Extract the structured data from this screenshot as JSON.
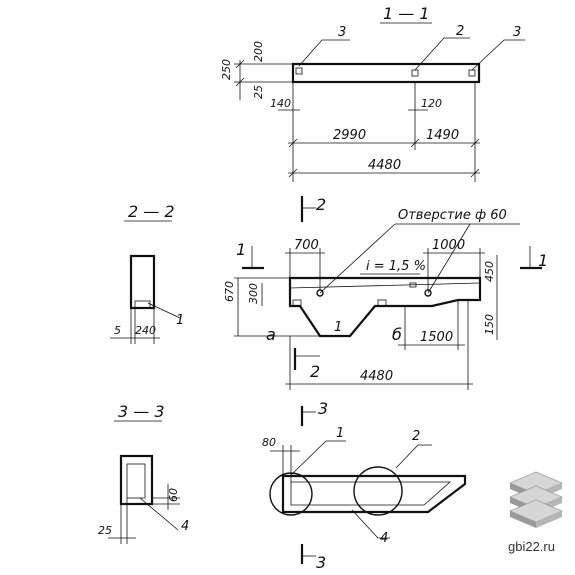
{
  "section_1_1": {
    "title": "1 — 1",
    "callouts": [
      "3",
      "2",
      "3"
    ],
    "dims": {
      "d250": "250",
      "d200": "200",
      "d25": "25",
      "d140": "140",
      "d120": "120",
      "d2990": "2990",
      "d1490": "1490",
      "d4480": "4480"
    }
  },
  "section_2_2": {
    "title": "2 — 2",
    "callout": "1",
    "dims": {
      "d5": "5",
      "d240": "240"
    }
  },
  "section_3_3": {
    "title": "3 — 3",
    "callout": "4",
    "dims": {
      "d60": "60",
      "d25": "25"
    }
  },
  "elevation": {
    "hole_note": "Отверстие ф 60",
    "slope": "i = 1,5 %",
    "cut_marks": {
      "top": "2",
      "left": "1",
      "right": "1",
      "bottom": "2"
    },
    "letters": {
      "a": "а",
      "b": "б"
    },
    "callout": "1",
    "dims": {
      "d700": "700",
      "d1000": "1000",
      "d670": "670",
      "d300": "300",
      "d450": "450",
      "d150": "150",
      "d1500": "1500",
      "d4480": "4480"
    }
  },
  "plan": {
    "cut_marks": {
      "top": "3",
      "bottom": "3"
    },
    "callouts": [
      "1",
      "2",
      "4"
    ],
    "dims": {
      "d80": "80"
    }
  },
  "watermark": {
    "text": "gbi22.ru"
  }
}
